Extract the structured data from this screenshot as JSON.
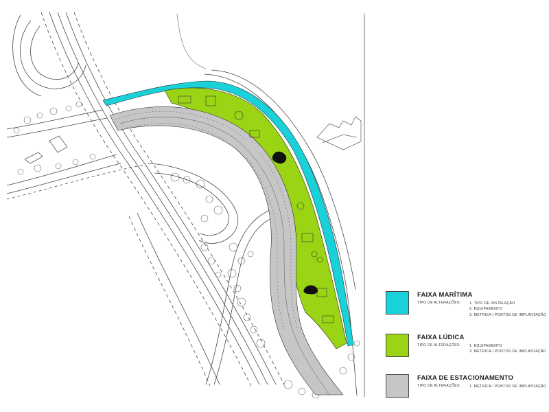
{
  "legend": [
    {
      "title": "FAIXA MARÍTIMA",
      "subtitle": "TIPO DE ALTERAÇÕES:",
      "items": [
        "1. TIPO DE INSTALAÇÃO",
        "2. EQUIPAMENTO",
        "3. MÉTRICA / PONTOS DE IMPLANTAÇÃO"
      ],
      "color": "#19d1d9"
    },
    {
      "title": "FAIXA LÚDICA",
      "subtitle": "TIPO DE ALTERAÇÕES:",
      "items": [
        "1. EQUIPAMENTO",
        "3. MÉTRICA / PONTOS DE IMPLANTAÇÃO"
      ],
      "color": "#9ad414"
    },
    {
      "title": "FAIXA DE ESTACIONAMENTO",
      "subtitle": "TIPO DE ALTERAÇÕES:",
      "items": [
        "1. MÉTRICA / PONTOS DE IMPLANTAÇÃO"
      ],
      "color": "#c6c6c6"
    }
  ],
  "colors": {
    "maritime": "#19d1d9",
    "ludic": "#9ad414",
    "parking": "#c6c6c6",
    "lines": "#3a3a3a"
  }
}
